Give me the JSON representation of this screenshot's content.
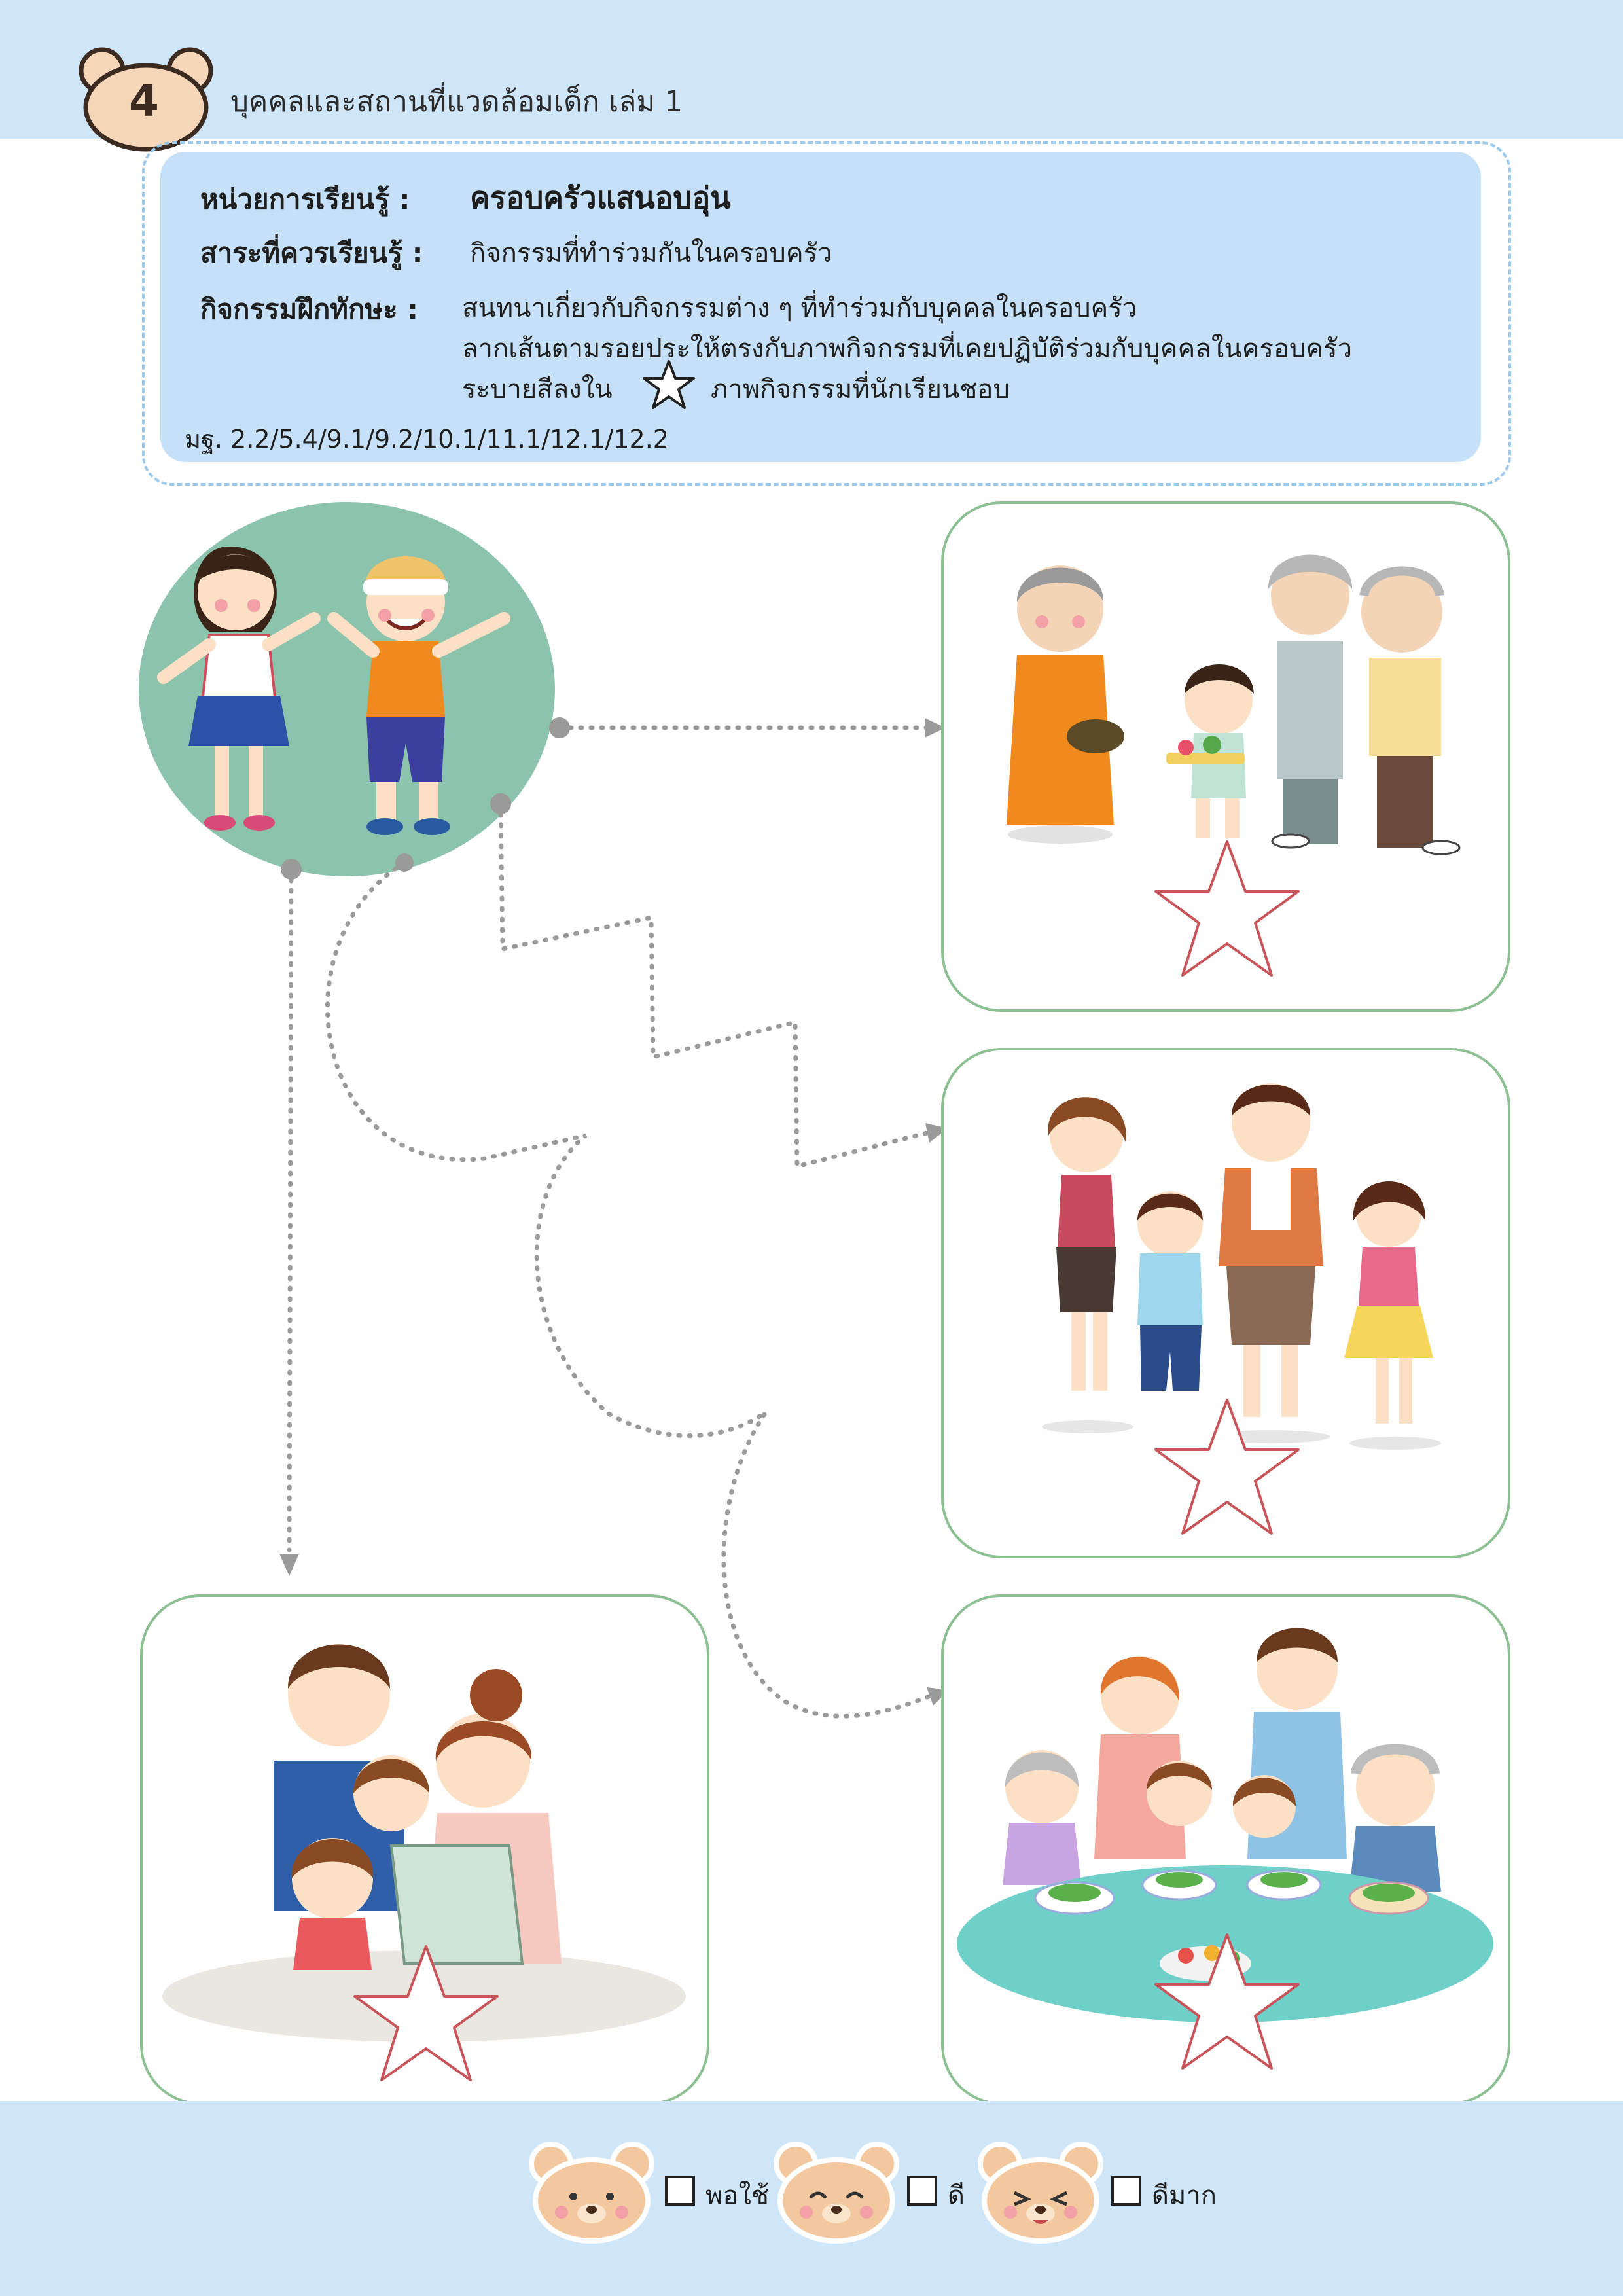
{
  "header": {
    "page_number": "4",
    "book_title": "บุคคลและสถานที่แวดล้อมเด็ก  เล่ม 1"
  },
  "info": {
    "unit_label": "หน่วยการเรียนรู้ :",
    "unit_value": "ครอบครัวแสนอบอุ่น",
    "content_label": "สาระที่ควรเรียนรู้ :",
    "content_value": "กิจกรรมที่ทำร่วมกันในครอบครัว",
    "activity_label": "กิจกรรมฝึกทักษะ :",
    "activity_lines": [
      "สนทนาเกี่ยวกับกิจกรรมต่าง ๆ  ที่ทำร่วมกับบุคคลในครอบครัว",
      "ลากเส้นตามรอยประให้ตรงกับภาพกิจกรรมที่เคยปฏิบัติร่วมกับบุคคลในครอบครัว"
    ],
    "color_prefix": "ระบายสีลงใน",
    "color_suffix": "ภาพกิจกรรมที่นักเรียนชอบ",
    "standards": "มฐ.  2.2/5.4/9.1/9.2/10.1/11.1/12.1/12.2"
  },
  "ratings": [
    {
      "label": "พอใช้"
    },
    {
      "label": "ดี"
    },
    {
      "label": "ดีมาก"
    }
  ],
  "colors": {
    "header_bg": "#cfe5f8",
    "panel_border": "#8cbf91",
    "star_stroke": "#c8555a",
    "circle_bg": "#8cc3ad",
    "trace_line": "#9a9a9a"
  }
}
